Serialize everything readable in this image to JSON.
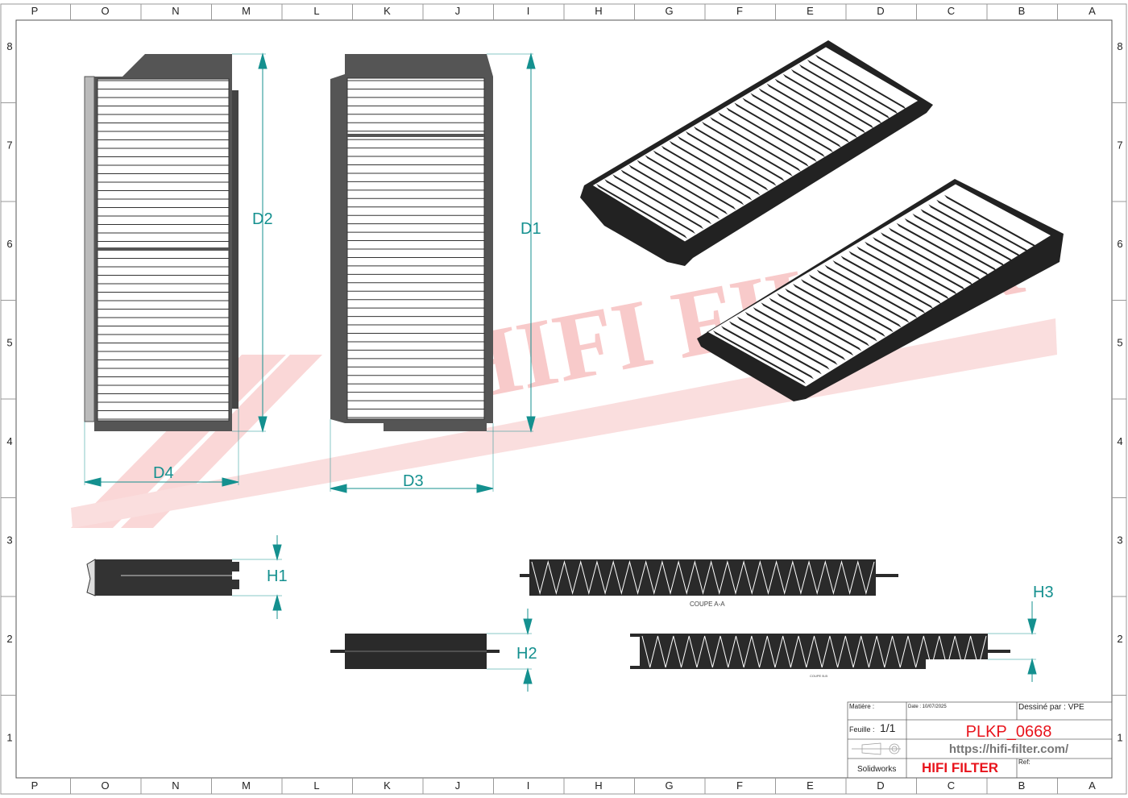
{
  "border": {
    "columns": [
      "P",
      "O",
      "N",
      "M",
      "L",
      "K",
      "J",
      "I",
      "H",
      "G",
      "F",
      "E",
      "D",
      "C",
      "B",
      "A"
    ],
    "rows": [
      "8",
      "7",
      "6",
      "5",
      "4",
      "3",
      "2",
      "1"
    ]
  },
  "dimensions": {
    "d1": "D1",
    "d2": "D2",
    "d3": "D3",
    "d4": "D4",
    "h1": "H1",
    "h2": "H2",
    "h3": "H3"
  },
  "sections": {
    "a": "COUPE A-A",
    "b": "COUPE B-B"
  },
  "watermark": "HIFI FILTER",
  "title_block": {
    "material_label": "Matière :",
    "date": "Date : 10/07/2025",
    "drawn_by": "Dessiné par : VPE",
    "sheet_label": "Feuille :",
    "sheet_value": "1/1",
    "part_number": "PLKP_0668",
    "url": "https://hifi-filter.com/",
    "software": "Solidworks",
    "brand": "HIFI FILTER",
    "ref_label": "Ref:"
  },
  "colors": {
    "dimension": "#14908f",
    "brand_red": "#e8141c",
    "body": "#3a3a3a"
  }
}
